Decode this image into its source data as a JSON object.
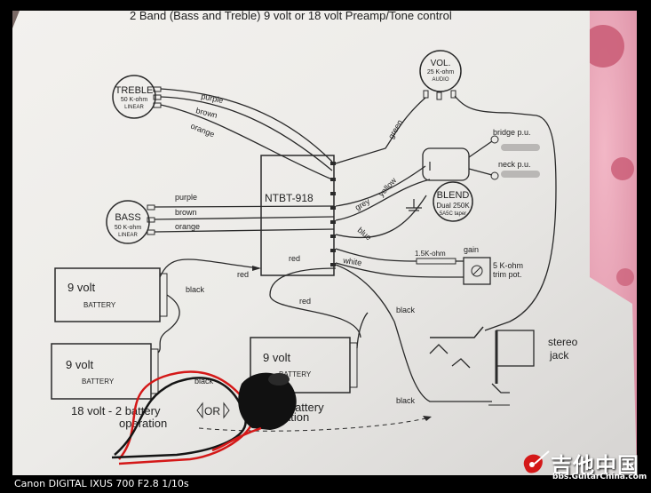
{
  "photo": {
    "caption": "Canon DIGITAL IXUS 700 F2.8 1/10s",
    "watermark_cn": "吉他中国",
    "watermark_url": "bbs.GuitarChina.com"
  },
  "diagram": {
    "title": "2 Band (Bass and Treble) 9 volt or 18 volt Preamp/Tone control",
    "treble": {
      "name": "TREBLE",
      "value": "50 K-ohm",
      "taper": "LINEAR"
    },
    "bass": {
      "name": "BASS",
      "value": "50 K-ohm",
      "taper": "LINEAR"
    },
    "volume": {
      "name": "VOL.",
      "value": "25 K-ohm",
      "taper": "AUDIO"
    },
    "blend": {
      "name": "BLEND",
      "value": "Dual 250K",
      "taper": "5A5C taper"
    },
    "module": "NTBT-918",
    "wire_colors": {
      "purple": "purple",
      "brown": "brown",
      "orange": "orange",
      "green": "green",
      "grey": "grey",
      "blue": "blue",
      "yellow": "yellow",
      "white": "white",
      "red": "red",
      "black": "black"
    },
    "bridge_pu": "bridge p.u.",
    "neck_pu": "neck p.u.",
    "gain_label": "gain",
    "resistor": "1.5K-ohm",
    "trim_pot": [
      "5 K-ohm",
      "trim pot."
    ],
    "jack": [
      "stereo",
      "jack"
    ],
    "battery_volt": "9   volt",
    "battery_label": "BATTERY",
    "op18": [
      "18 volt - 2 battery",
      "operation"
    ],
    "or_label": "OR",
    "op9": [
      "1 battery",
      "operation"
    ]
  },
  "colors": {
    "paper": "#eceae6",
    "ink": "#2a2a2a",
    "cloth": "#e8a6b6",
    "red_wire": "#d41818"
  }
}
